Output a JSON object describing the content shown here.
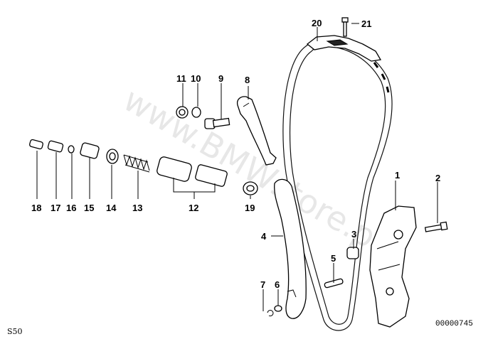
{
  "diagram": {
    "watermark": "www.BMWstore.pl",
    "page_code": "S50",
    "drawing_number": "00000745",
    "callouts": [
      "1",
      "2",
      "3",
      "4",
      "5",
      "6",
      "7",
      "8",
      "9",
      "10",
      "11",
      "12",
      "13",
      "14",
      "15",
      "16",
      "17",
      "18",
      "19",
      "20",
      "21"
    ]
  }
}
